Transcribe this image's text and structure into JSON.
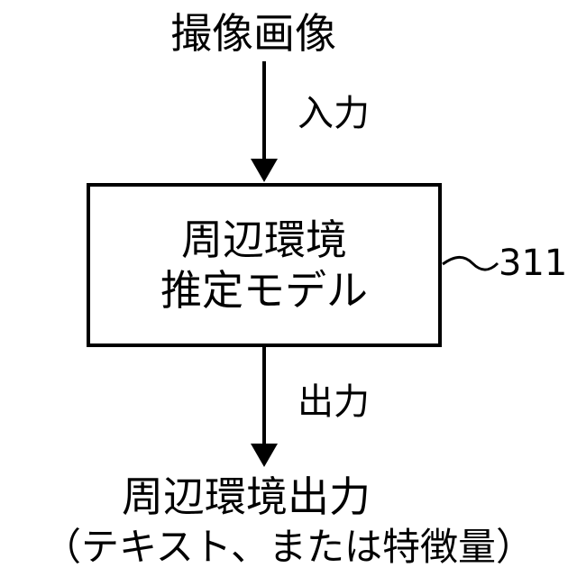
{
  "diagram": {
    "input_label": "撮像画像",
    "input_arrow_label": "入力",
    "model_line1": "周辺環境",
    "model_line2": "推定モデル",
    "reference_number": "311",
    "output_arrow_label": "出力",
    "output_label": "周辺環境出力",
    "output_sublabel": "（テキスト、または特徴量）"
  }
}
